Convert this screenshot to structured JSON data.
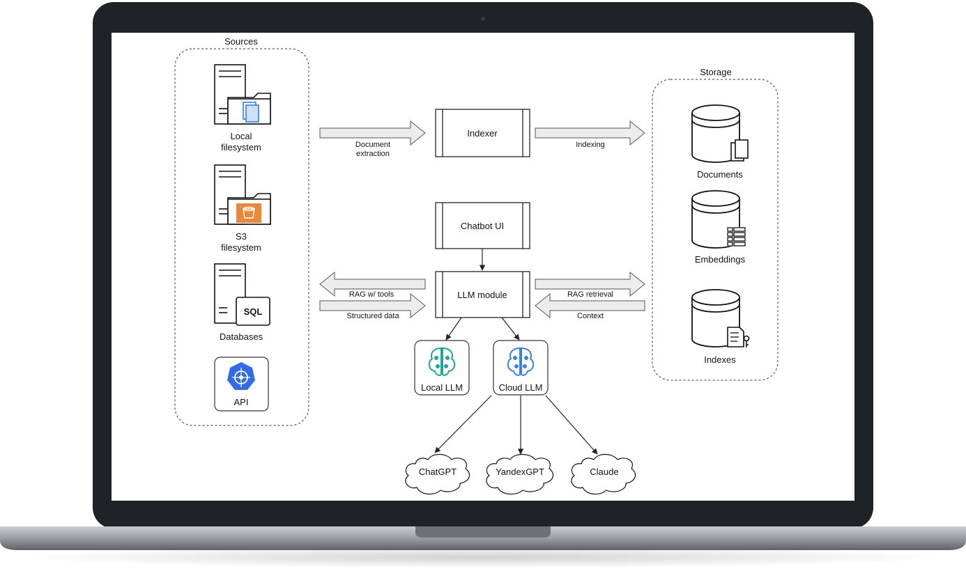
{
  "sources": {
    "title": "Sources",
    "items": [
      {
        "label_lines": [
          "Local",
          "filesystem"
        ],
        "icon": "server-folder-documents-icon"
      },
      {
        "label_lines": [
          "S3",
          "filesystem"
        ],
        "icon": "server-folder-s3-icon"
      },
      {
        "label_lines": [
          "Databases"
        ],
        "icon": "server-sql-icon",
        "badge": "SQL"
      },
      {
        "label_lines": [
          "API"
        ],
        "icon": "kubernetes-api-icon"
      }
    ]
  },
  "storage": {
    "title": "Storage",
    "items": [
      {
        "label": "Documents",
        "icon": "database-documents-icon"
      },
      {
        "label": "Embeddings",
        "icon": "database-embeddings-icon"
      },
      {
        "label": "Indexes",
        "icon": "database-indexes-icon"
      }
    ]
  },
  "modules": {
    "indexer": "Indexer",
    "chatbot": "Chatbot UI",
    "llm": "LLM module",
    "local_llm": "Local LLM",
    "cloud_llm": "Cloud LLM"
  },
  "arrows": {
    "document_extraction": [
      "Document",
      "extraction"
    ],
    "indexing": "Indexing",
    "rag_tools": "RAG w/ tools",
    "structured_data": "Structured data",
    "rag_retrieval": "RAG retrieval",
    "context": "Context"
  },
  "clouds": [
    "ChatGPT",
    "YandexGPT",
    "Claude"
  ],
  "colors": {
    "s3_orange": "#e8883a",
    "doc_blue": "#2f7de1",
    "brain_teal": "#1fa59a",
    "brain_blue": "#3b82d6",
    "k8s_blue": "#326ce5"
  }
}
